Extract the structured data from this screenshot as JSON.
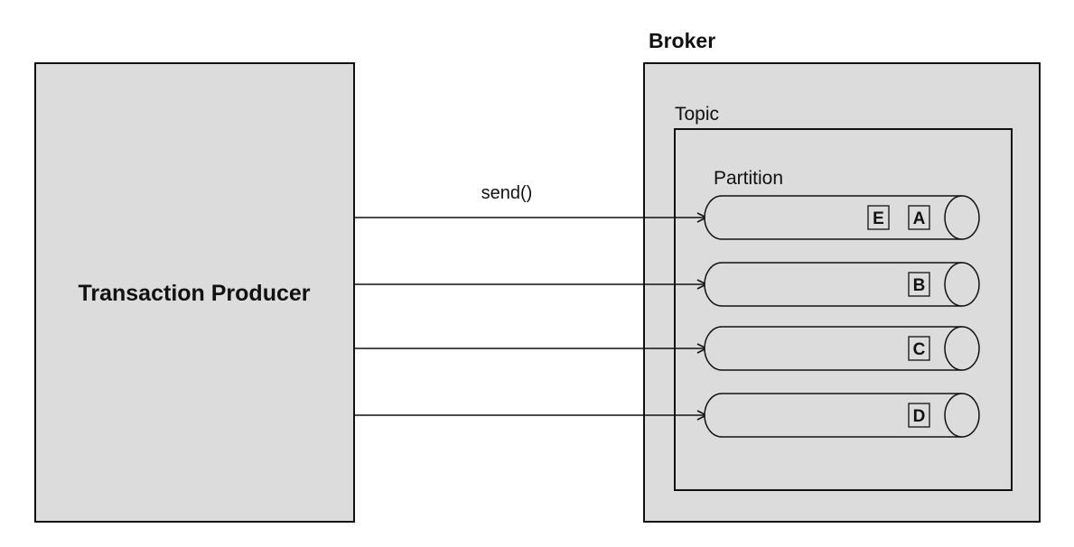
{
  "producer": {
    "label": "Transaction Producer"
  },
  "broker": {
    "label": "Broker"
  },
  "topic": {
    "label": "Topic"
  },
  "partition_label": "Partition",
  "send_label": "send()",
  "partitions": [
    {
      "messages": [
        "E",
        "A"
      ]
    },
    {
      "messages": [
        "B"
      ]
    },
    {
      "messages": [
        "C"
      ]
    },
    {
      "messages": [
        "D"
      ]
    }
  ],
  "colors": {
    "box_fill": "#dcdcdc",
    "stroke": "#111111",
    "background": "#ffffff"
  }
}
